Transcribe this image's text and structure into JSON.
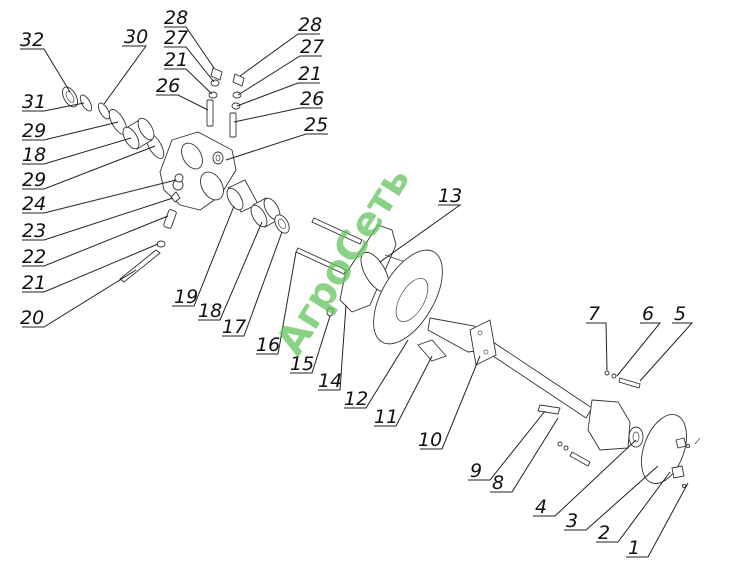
{
  "watermark": "АгроСеть",
  "callouts": [
    "1",
    "2",
    "3",
    "4",
    "5",
    "6",
    "7",
    "8",
    "9",
    "10",
    "11",
    "12",
    "13",
    "14",
    "15",
    "16",
    "17",
    "18",
    "18",
    "19",
    "20",
    "21",
    "21",
    "21",
    "22",
    "23",
    "24",
    "25",
    "26",
    "26",
    "27",
    "27",
    "28",
    "28",
    "29",
    "29",
    "30",
    "31",
    "32"
  ],
  "colors": {
    "watermark": "#63c35e",
    "line": "#333333"
  }
}
